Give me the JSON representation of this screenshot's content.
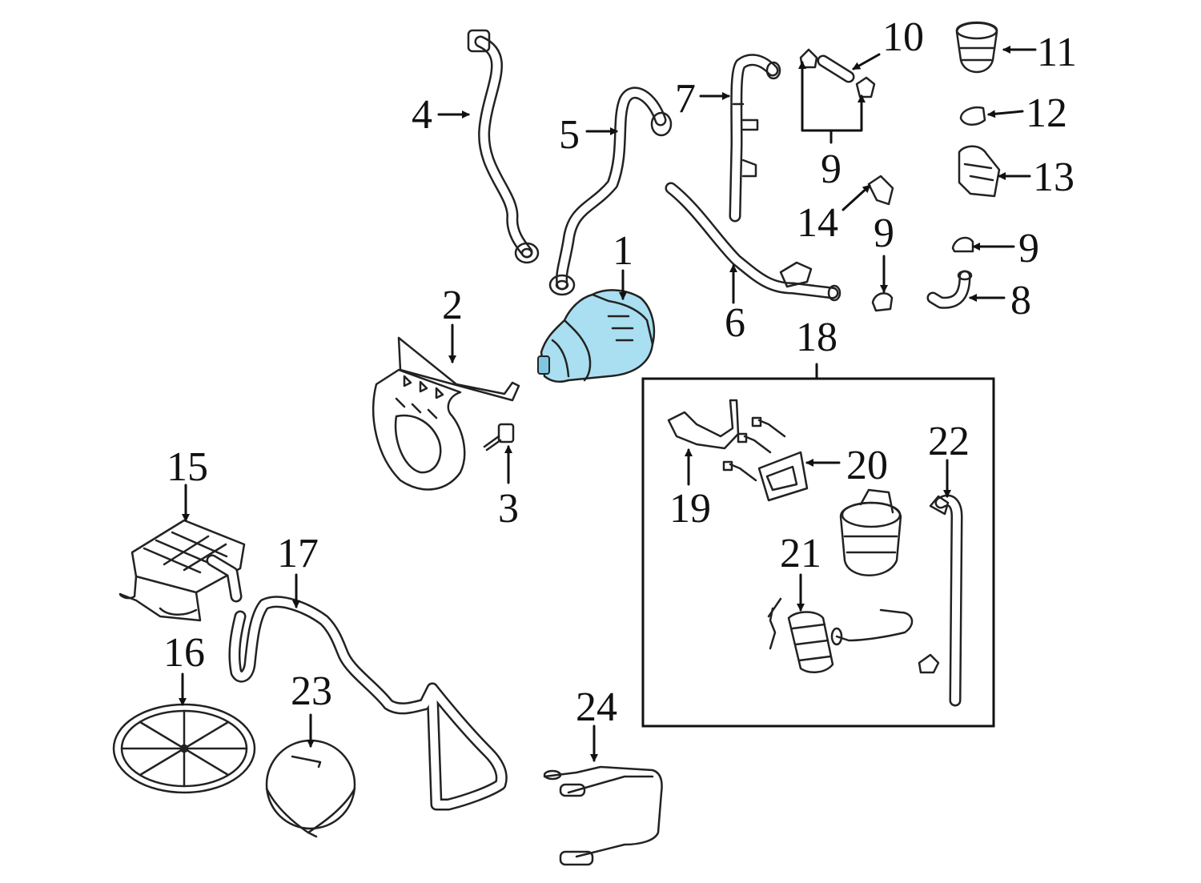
{
  "diagram": {
    "highlight_color": "#a9dff0",
    "line_color": "#111111",
    "callouts": [
      {
        "id": "c1",
        "label": "1"
      },
      {
        "id": "c2",
        "label": "2"
      },
      {
        "id": "c3",
        "label": "3"
      },
      {
        "id": "c4",
        "label": "4"
      },
      {
        "id": "c5",
        "label": "5"
      },
      {
        "id": "c6",
        "label": "6"
      },
      {
        "id": "c7",
        "label": "7"
      },
      {
        "id": "c8",
        "label": "8"
      },
      {
        "id": "c9a",
        "label": "9"
      },
      {
        "id": "c9b",
        "label": "9"
      },
      {
        "id": "c9c",
        "label": "9"
      },
      {
        "id": "c10",
        "label": "10"
      },
      {
        "id": "c11",
        "label": "11"
      },
      {
        "id": "c12",
        "label": "12"
      },
      {
        "id": "c13",
        "label": "13"
      },
      {
        "id": "c14",
        "label": "14"
      },
      {
        "id": "c15",
        "label": "15"
      },
      {
        "id": "c16",
        "label": "16"
      },
      {
        "id": "c17",
        "label": "17"
      },
      {
        "id": "c18",
        "label": "18"
      },
      {
        "id": "c19",
        "label": "19"
      },
      {
        "id": "c20",
        "label": "20"
      },
      {
        "id": "c21",
        "label": "21"
      },
      {
        "id": "c22",
        "label": "22"
      },
      {
        "id": "c23",
        "label": "23"
      },
      {
        "id": "c24",
        "label": "24"
      }
    ]
  }
}
